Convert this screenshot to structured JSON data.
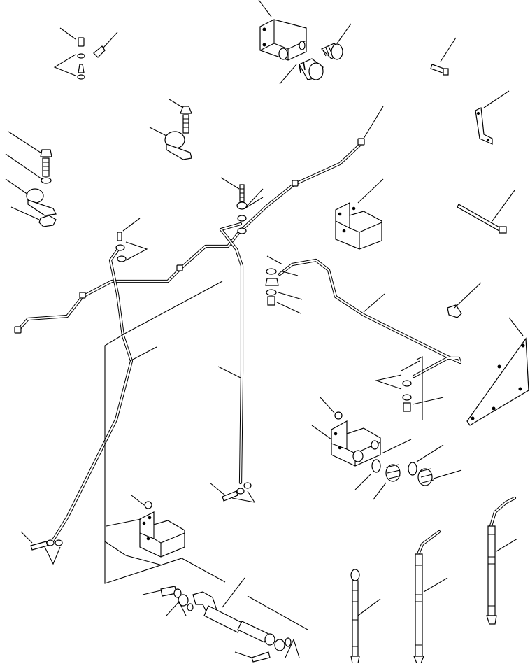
{
  "title": "",
  "labels": [],
  "parts": [
    "solenoid-valve",
    "valve-bracket",
    "bolt",
    "washer",
    "nut",
    "clamp",
    "tube",
    "hose",
    "elbow-fitting",
    "connector",
    "o-ring",
    "plate",
    "block"
  ],
  "colors": {
    "line": "#000000",
    "background": "#ffffff"
  }
}
